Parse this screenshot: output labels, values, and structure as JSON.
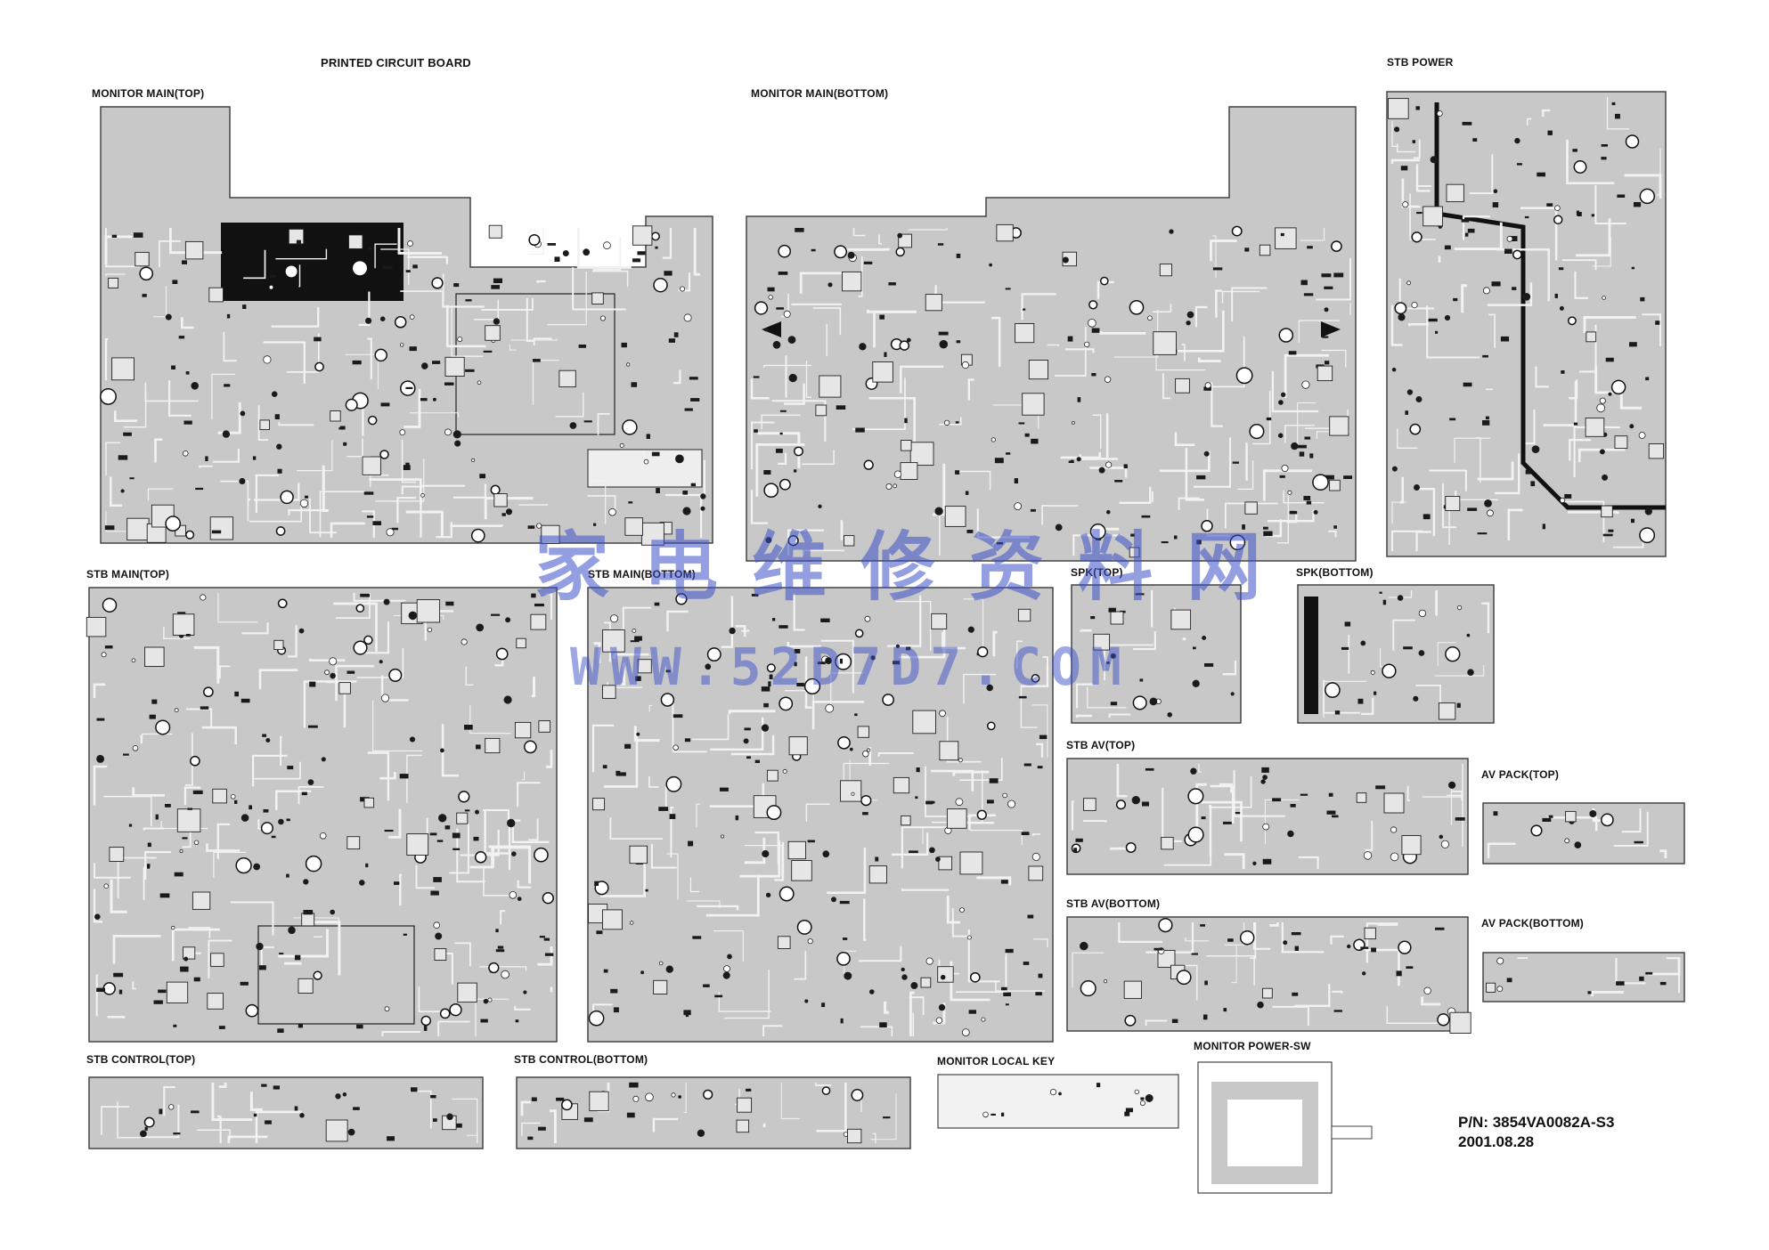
{
  "heading": "PRINTED CIRCUIT BOARD",
  "boards": {
    "monitor_main_top": "MONITOR MAIN(TOP)",
    "monitor_main_bottom": "MONITOR MAIN(BOTTOM)",
    "stb_power": "STB POWER",
    "stb_main_top": "STB MAIN(TOP)",
    "stb_main_bottom": "STB MAIN(BOTTOM)",
    "spk_top": "SPK(TOP)",
    "spk_bottom": "SPK(BOTTOM)",
    "stb_av_top": "STB AV(TOP)",
    "av_pack_top": "AV PACK(TOP)",
    "stb_av_bottom": "STB AV(BOTTOM)",
    "av_pack_bottom": "AV PACK(BOTTOM)",
    "stb_control_top": "STB CONTROL(TOP)",
    "stb_control_bottom": "STB CONTROL(BOTTOM)",
    "monitor_local_key": "MONITOR LOCAL KEY",
    "monitor_power_sw": "MONITOR POWER-SW"
  },
  "part_number": "P/N: 3854VA0082A-S3",
  "date": "2001.08.28",
  "watermark": {
    "chinese": "家电维修资料网",
    "url": "WWW.52D7D7.COM"
  },
  "colors": {
    "board_fill": "#c8c8c8",
    "board_stroke": "#444444",
    "trace": "#f2f2f2",
    "component": "#1a1a1a",
    "watermark": "#3c50c8"
  }
}
